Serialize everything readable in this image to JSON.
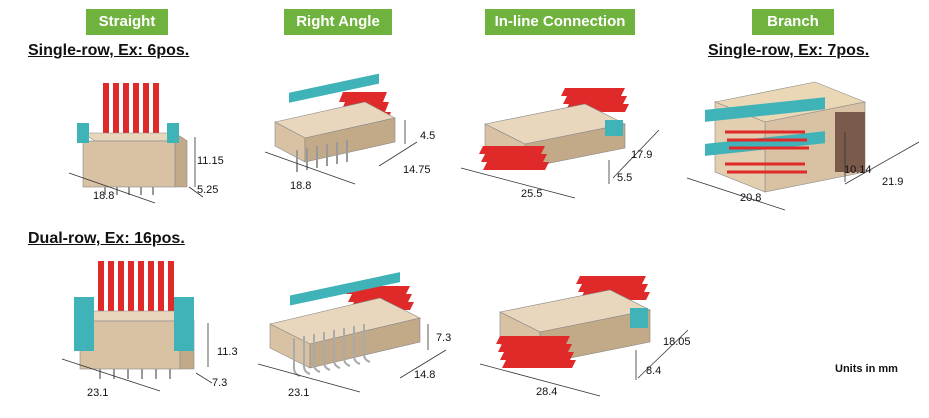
{
  "categories": [
    "Straight",
    "Right Angle",
    "In-line Connection",
    "Branch"
  ],
  "row_titles": {
    "single_left": "Single-row, Ex: 6pos.",
    "single_right": "Single-row, Ex: 7pos.",
    "dual": "Dual-row, Ex: 16pos."
  },
  "dimensions": {
    "straight_single": {
      "width": "18.8",
      "height": "11.15",
      "depth": "5.25"
    },
    "right_angle_single": {
      "width": "18.8",
      "height": "4.5",
      "depth": "14.75"
    },
    "inline_single": {
      "width": "25.5",
      "height": "5.5",
      "depth": "17.9"
    },
    "branch_single": {
      "width": "20.8",
      "height": "10.14",
      "depth": "21.9"
    },
    "straight_dual": {
      "width": "23.1",
      "height": "11.3",
      "depth": "7.3"
    },
    "right_angle_dual": {
      "width": "23.1",
      "height": "7.3",
      "depth": "14.8"
    },
    "inline_dual": {
      "width": "28.4",
      "height": "8.4",
      "depth": "18.05"
    }
  },
  "units_note": "Units in mm",
  "colors": {
    "category_tag": "#6fb23d",
    "housing": "#d9c2a4",
    "latch": "#3fb3b8",
    "pin": "#e02a2a"
  }
}
